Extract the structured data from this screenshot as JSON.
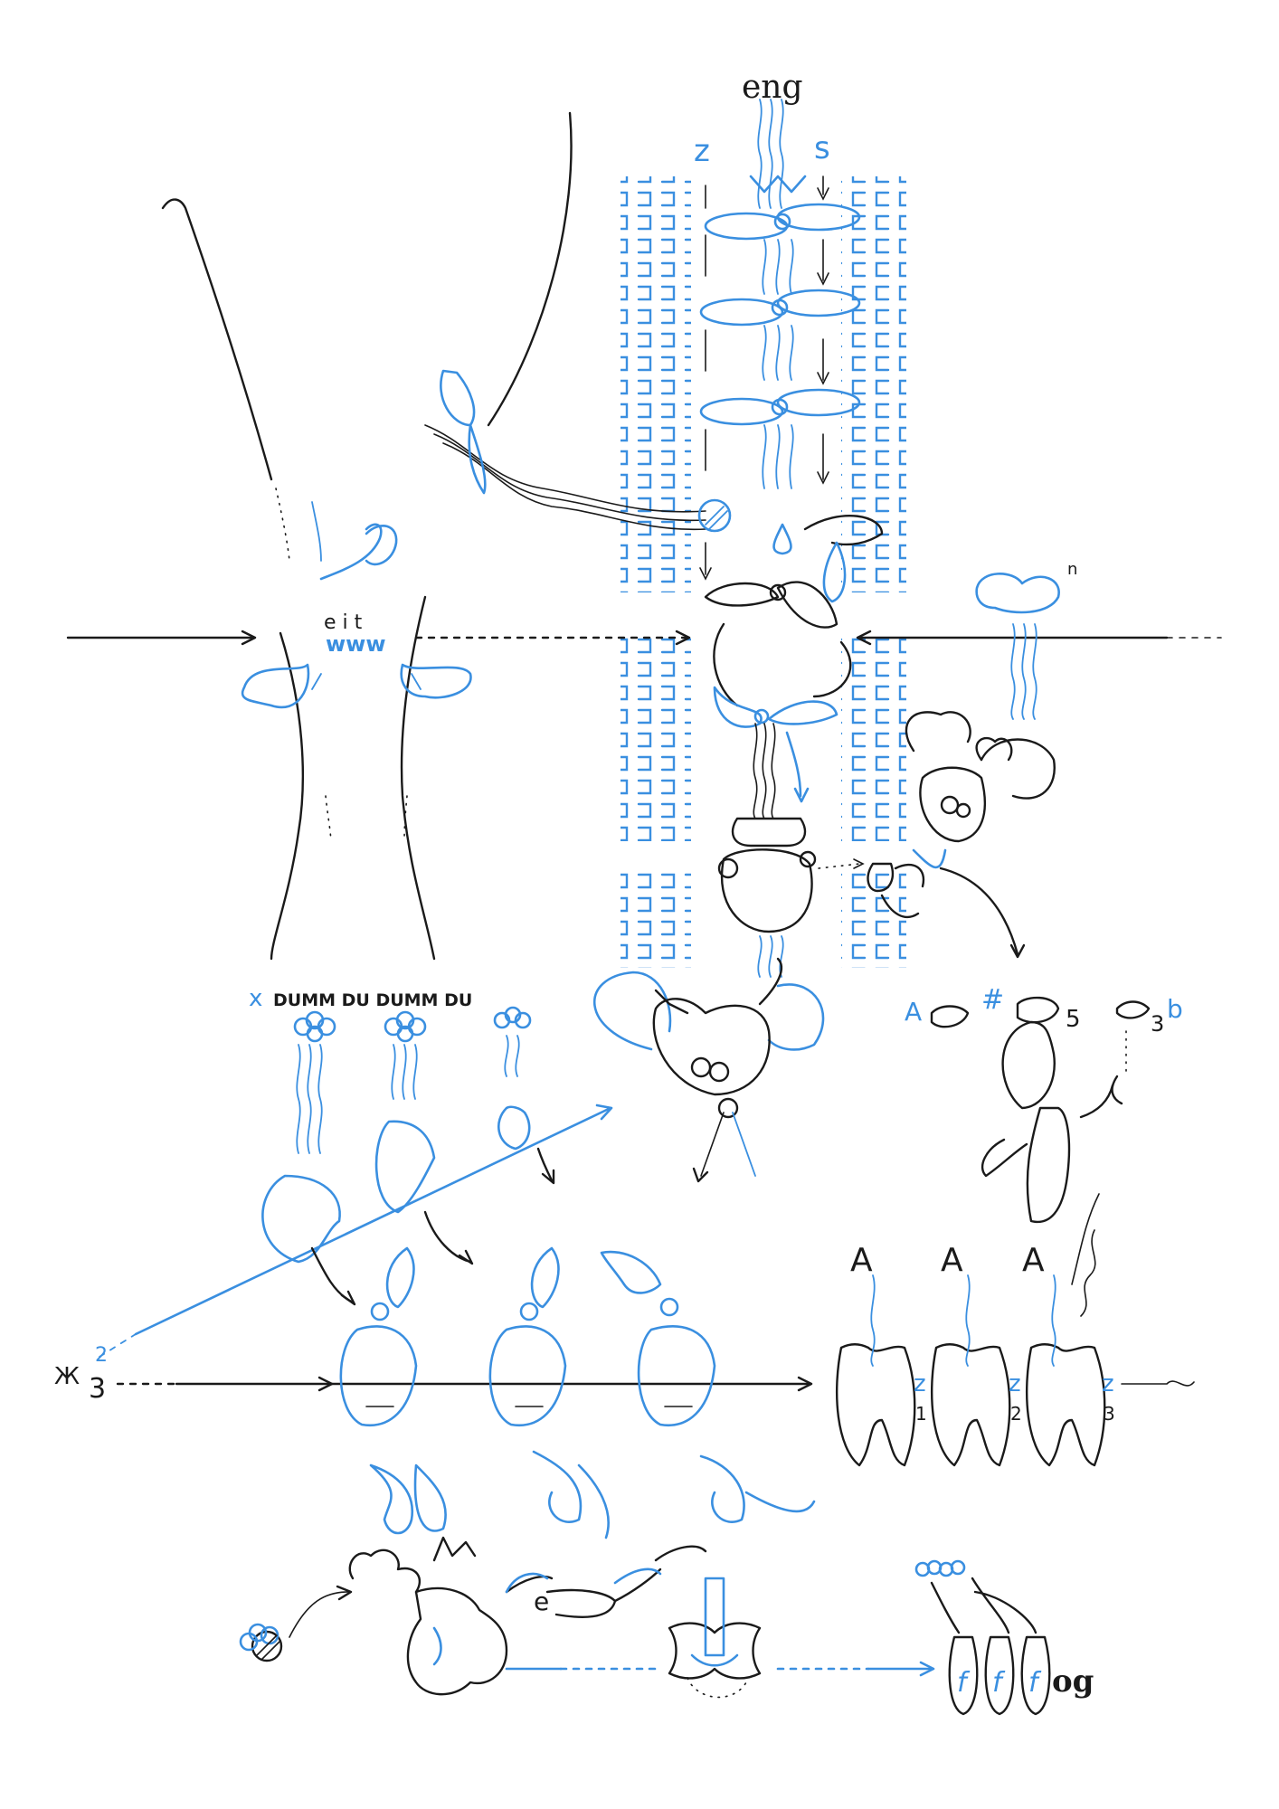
{
  "labels": {
    "eng": "eng",
    "z_top": "z",
    "s_top": "s",
    "eit": "e i t",
    "www": "www",
    "n": "n",
    "x": "x",
    "dumm_du": "DUMM DU DUMM DU",
    "a_blue": "A",
    "sharp": "#",
    "five": "5",
    "three": "3",
    "flat": "b",
    "a1": "A",
    "a2": "A",
    "a3": "A",
    "z1": "z",
    "n1": "1",
    "z2": "z",
    "n2": "2",
    "z3": "z",
    "n3": "3",
    "k_mark": "Ж",
    "three_left": "3",
    "two_left": "2",
    "e_lower": "e",
    "f1": "f",
    "f2": "f",
    "f3": "f",
    "og": "og"
  },
  "colors": {
    "ink": "#1a1a1a",
    "blue": "#3a8fe0",
    "paper": "#ffffff"
  }
}
